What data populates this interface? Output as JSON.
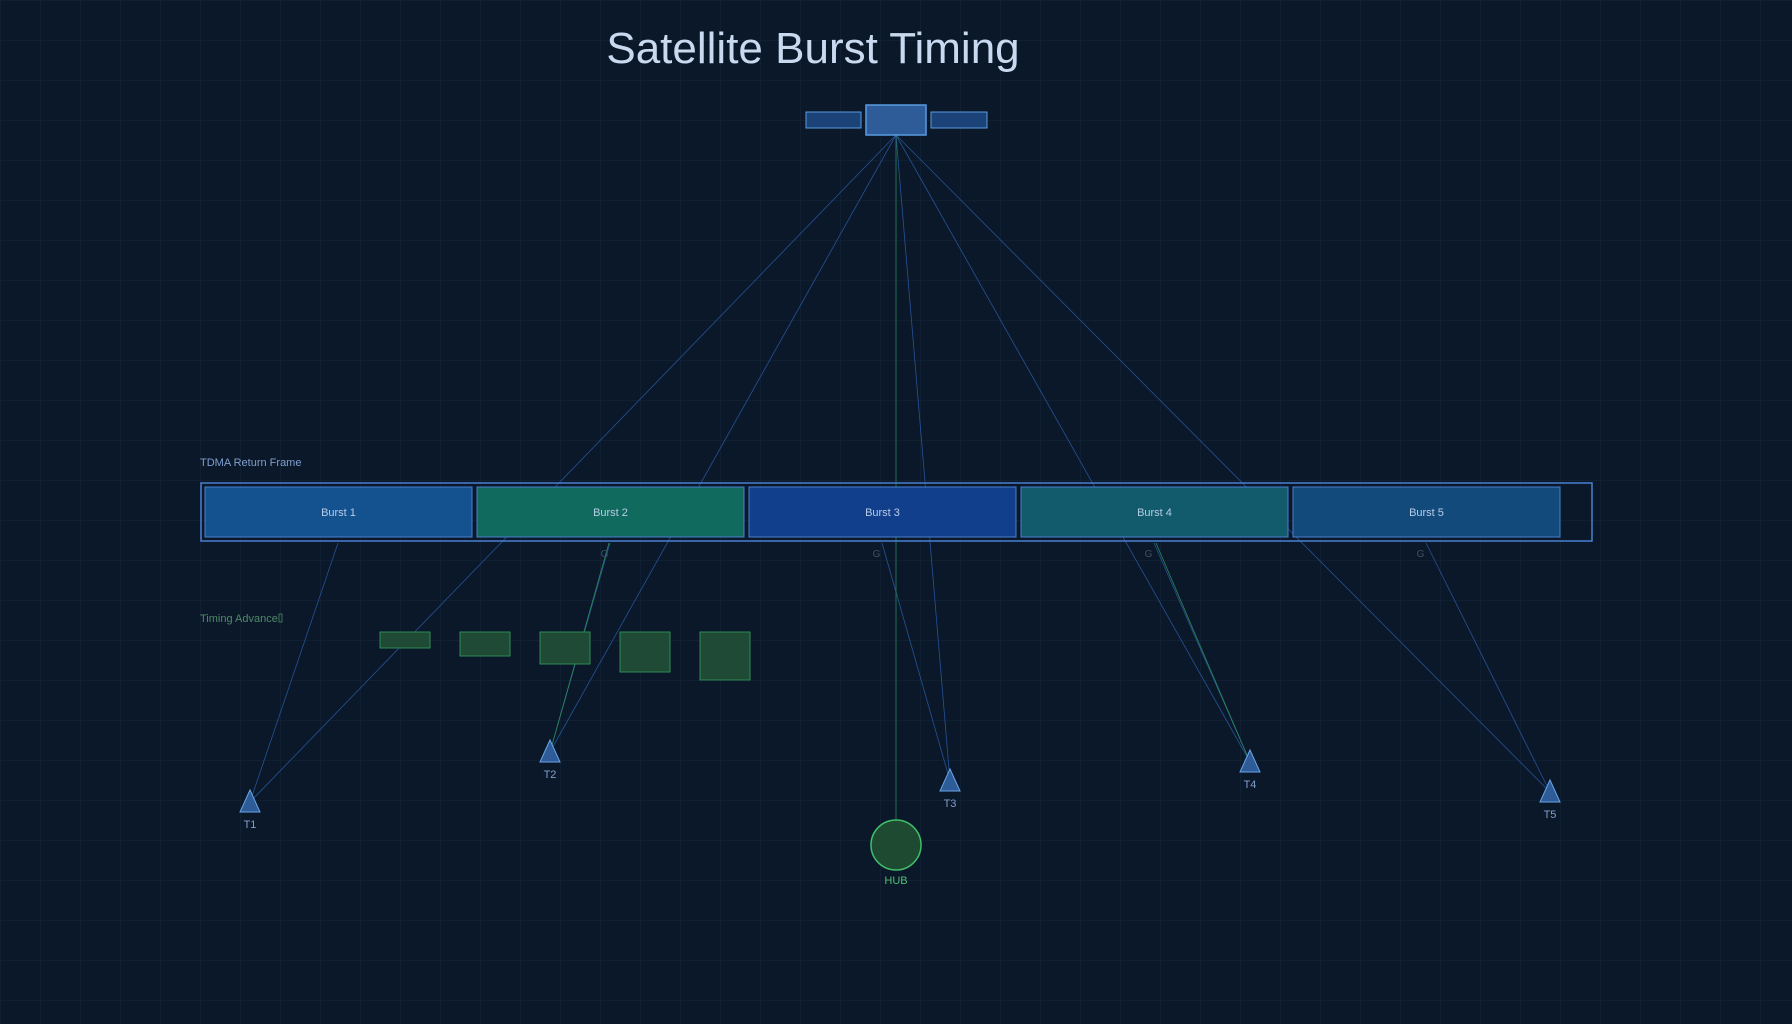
{
  "title": "Satellite Burst Timing",
  "colors": {
    "background": "#0b1829",
    "grid": "#16263a",
    "satellite_body": "#2d5c99",
    "satellite_body_stroke": "#5a9be0",
    "solar_panel": "#1c4378",
    "uplink_line": "#2a5da8",
    "hub_line": "#2a8a5a",
    "terminal_fill": "#2d5c99",
    "hub_fill": "#1f4a32",
    "hub_stroke": "#3fbf6a",
    "frame_stroke": "#4a7fd0",
    "ta_fill": "#1f4a36",
    "ta_stroke": "#2f8a55"
  },
  "frame": {
    "label": "TDMA Return Frame",
    "bursts": [
      {
        "label": "Burst 1",
        "color": "#13518f"
      },
      {
        "label": "Burst 2",
        "color": "#106a5e"
      },
      {
        "label": "Burst 3",
        "color": "#123f8c"
      },
      {
        "label": "Burst 4",
        "color": "#115b6c"
      },
      {
        "label": "Burst 5",
        "color": "#134a7c"
      }
    ],
    "guard_label": "G"
  },
  "timing_advance": {
    "label": "Timing Advance",
    "label_icon": "small-square-icon",
    "levels": [
      1,
      2,
      3,
      4,
      5
    ]
  },
  "terminals": [
    {
      "label": "T1"
    },
    {
      "label": "T2"
    },
    {
      "label": "T3"
    },
    {
      "label": "T4"
    },
    {
      "label": "T5"
    }
  ],
  "hub": {
    "label": "HUB"
  }
}
